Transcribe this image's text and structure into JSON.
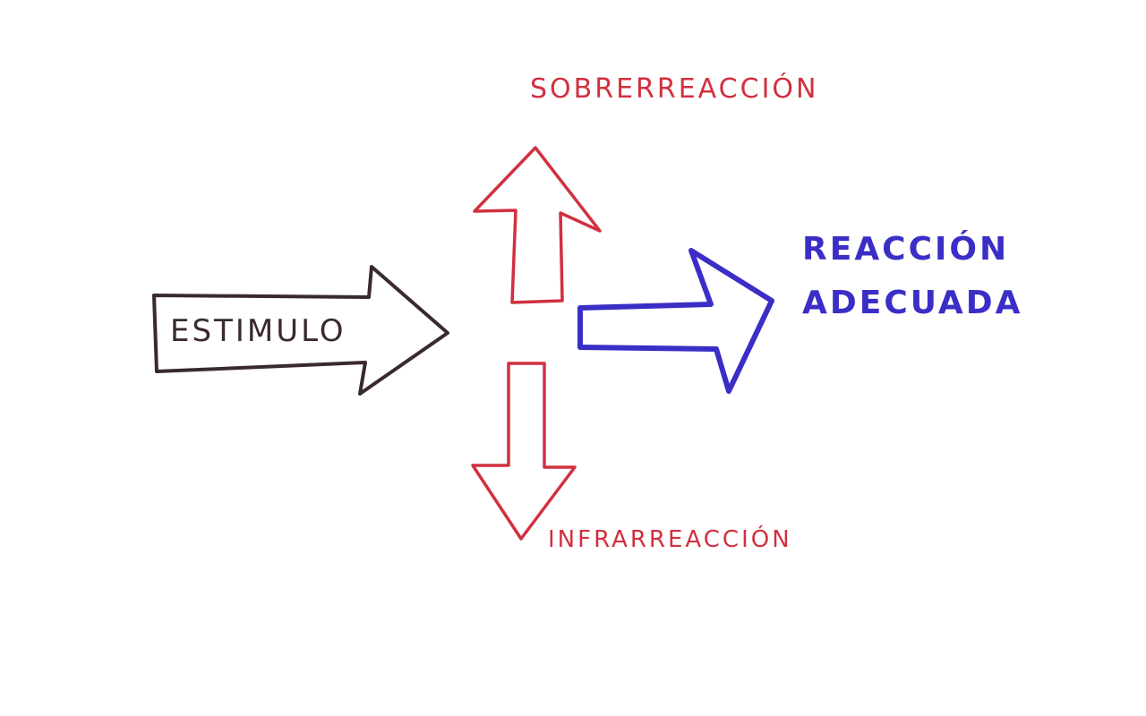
{
  "colors": {
    "stimulus": "#3a2a2c",
    "over_under": "#d13040",
    "adequate": "#3b2ec6",
    "background": "#ffffff"
  },
  "labels": {
    "stimulus": "ESTIMULO",
    "overreaction": "SOBRERREACCIÓN",
    "underreaction": "INFRARREACCIÓN",
    "adequate_line1": "REACCIÓN",
    "adequate_line2": "ADECUADA"
  }
}
